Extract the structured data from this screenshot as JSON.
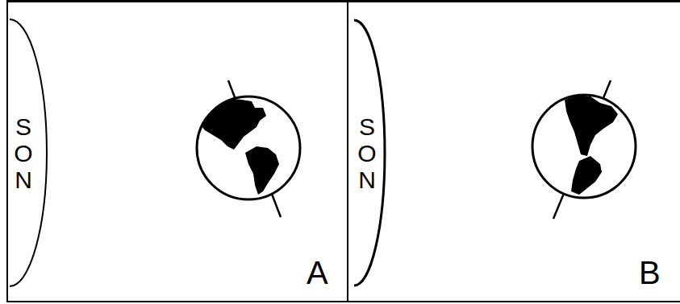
{
  "diagram": {
    "nodes": [
      {
        "text": [
          "A"
        ]
      },
      {
        "text": [
          "SON"
        ],
        "in": 0
      },
      {
        "text": [
          "B"
        ]
      },
      {
        "text": [
          "SON"
        ],
        "in": 2
      }
    ]
  }
}
